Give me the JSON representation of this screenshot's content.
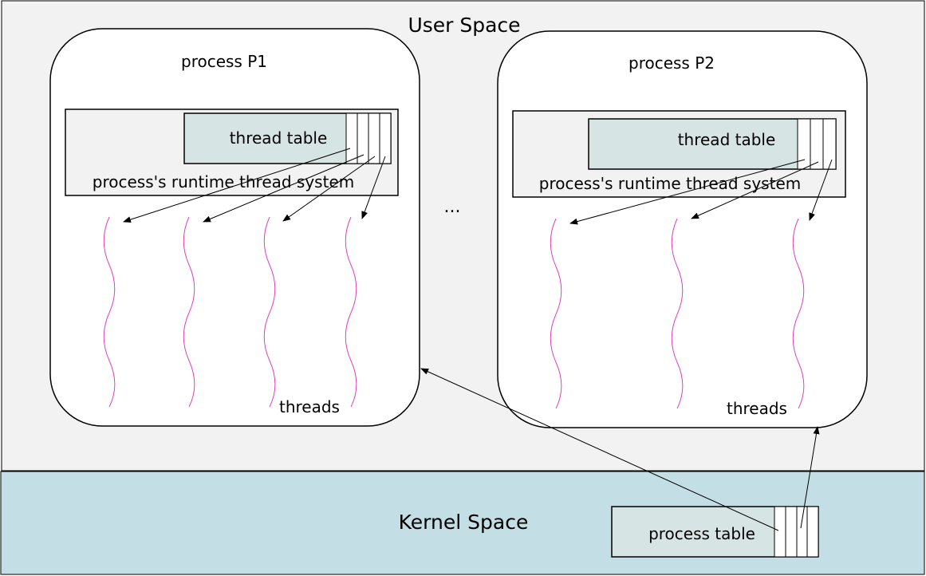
{
  "user_space": {
    "label": "User Space"
  },
  "kernel_space": {
    "label": "Kernel Space"
  },
  "ellipsis": "...",
  "processes": [
    {
      "title": "process P1",
      "thread_table_label": "thread table",
      "runtime_label": "process's runtime thread system",
      "threads_label": "threads"
    },
    {
      "title": "process P2",
      "thread_table_label": "thread table",
      "runtime_label": "process's runtime thread system",
      "threads_label": "threads"
    }
  ],
  "process_table": {
    "label": "process table"
  },
  "colors": {
    "user_space_bg": "#f2f2f2",
    "kernel_space_bg": "#c3dfe5",
    "table_fill": "#d6e4e3",
    "thread_wave": "#e040c0"
  }
}
